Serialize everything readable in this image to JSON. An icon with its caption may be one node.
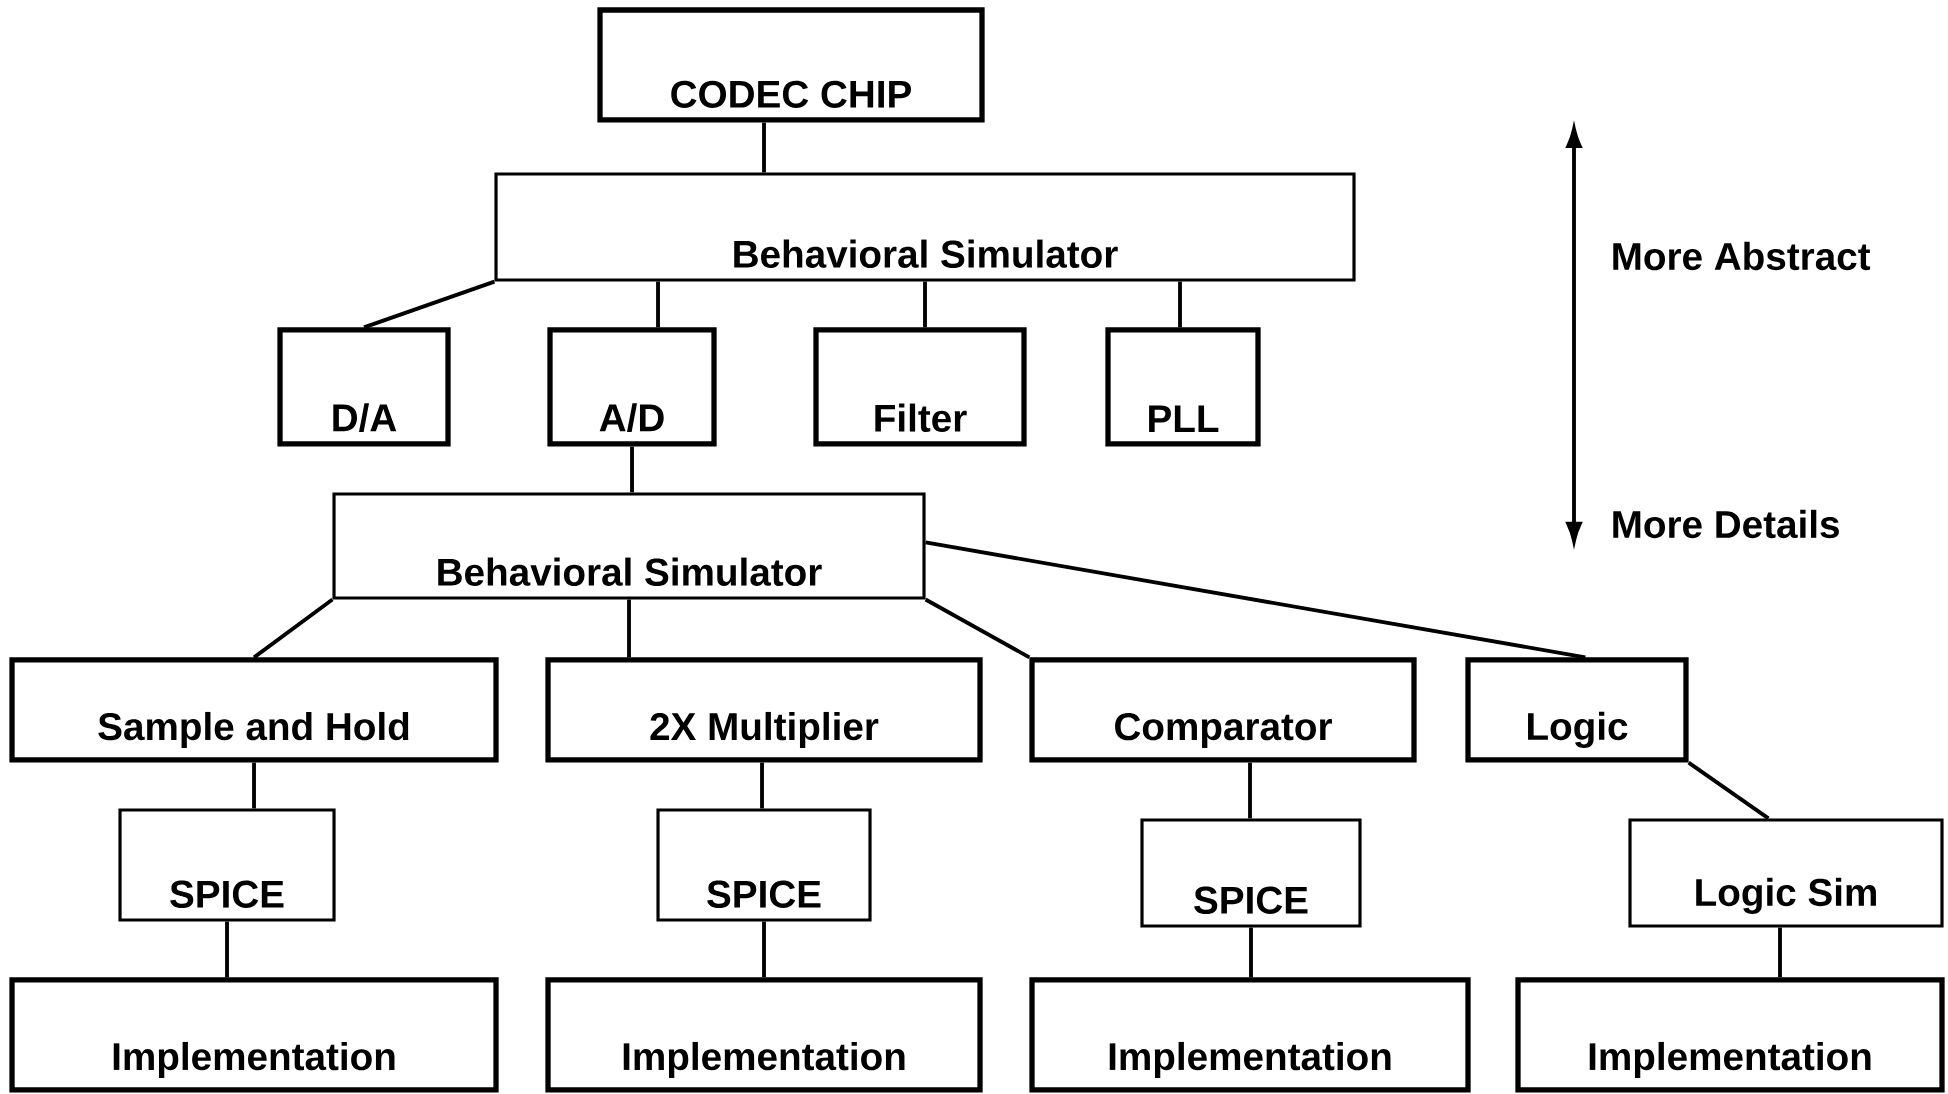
{
  "diagram": {
    "nodes": [
      {
        "text": [
          "CODEC CHIP"
        ]
      },
      {
        "text": [
          "Behavioral Simulator"
        ]
      },
      {
        "text": [
          "D/A"
        ]
      },
      {
        "text": [
          "A/D"
        ]
      },
      {
        "text": [
          "Filter"
        ]
      },
      {
        "text": [
          "PLL"
        ]
      },
      {
        "text": [
          "Behavioral Simulator"
        ]
      },
      {
        "text": [
          "Sample and Hold"
        ]
      },
      {
        "text": [
          "2X Multiplier"
        ]
      },
      {
        "text": [
          "Comparator"
        ]
      },
      {
        "text": [
          "Logic"
        ]
      },
      {
        "text": [
          "SPICE"
        ]
      },
      {
        "text": [
          "SPICE"
        ]
      },
      {
        "text": [
          "SPICE"
        ]
      },
      {
        "text": [
          "Logic Sim"
        ]
      },
      {
        "text": [
          "Implementation"
        ]
      },
      {
        "text": [
          "Implementation"
        ]
      },
      {
        "text": [
          "Implementation"
        ]
      },
      {
        "text": [
          "Implementation"
        ]
      }
    ],
    "edges": [
      {
        "from": 0,
        "to": 1,
        "arrow": "none"
      },
      {
        "from": 1,
        "to": 2,
        "arrow": "none"
      },
      {
        "from": 1,
        "to": 3,
        "arrow": "none"
      },
      {
        "from": 1,
        "to": 4,
        "arrow": "none"
      },
      {
        "from": 1,
        "to": 5,
        "arrow": "none"
      },
      {
        "from": 3,
        "to": 6,
        "arrow": "none"
      },
      {
        "from": 6,
        "to": 7,
        "arrow": "none"
      },
      {
        "from": 6,
        "to": 8,
        "arrow": "none"
      },
      {
        "from": 6,
        "to": 9,
        "arrow": "none"
      },
      {
        "from": 6,
        "to": 10,
        "arrow": "none"
      },
      {
        "from": 7,
        "to": 11,
        "arrow": "none"
      },
      {
        "from": 8,
        "to": 12,
        "arrow": "none"
      },
      {
        "from": 9,
        "to": 13,
        "arrow": "none"
      },
      {
        "from": 10,
        "to": 14,
        "arrow": "none"
      },
      {
        "from": 11,
        "to": 15,
        "arrow": "none"
      },
      {
        "from": 12,
        "to": 16,
        "arrow": "none"
      },
      {
        "from": 13,
        "to": 17,
        "arrow": "none"
      },
      {
        "from": 14,
        "to": 18,
        "arrow": "none"
      }
    ],
    "labels": [
      "More Abstract",
      "More Details"
    ]
  }
}
